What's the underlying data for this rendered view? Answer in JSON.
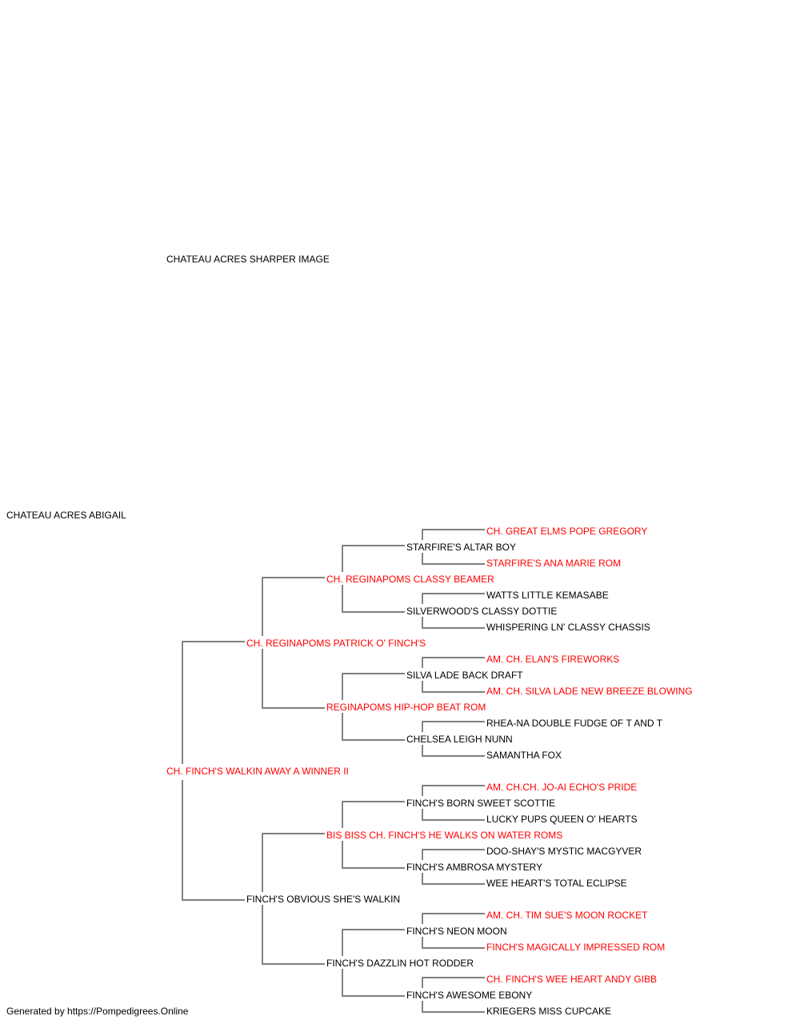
{
  "subject": {
    "name": "CHATEAU ACRES ABIGAIL"
  },
  "sire": {
    "name": "CHATEAU ACRES SHARPER IMAGE"
  },
  "dam": {
    "name": "CH. FINCH'S WALKIN AWAY A WINNER II",
    "sire": {
      "name": "CH. REGINAPOMS PATRICK O' FINCH'S",
      "sire": {
        "name": "CH. REGINAPOMS CLASSY BEAMER",
        "sire": {
          "name": "STARFIRE'S ALTAR BOY",
          "sire": {
            "name": "CH. GREAT ELMS POPE GREGORY"
          },
          "dam": {
            "name": "STARFIRE'S ANA MARIE ROM"
          }
        },
        "dam": {
          "name": "SILVERWOOD'S CLASSY DOTTIE",
          "sire": {
            "name": "WATTS LITTLE KEMASABE"
          },
          "dam": {
            "name": "WHISPERING LN' CLASSY CHASSIS"
          }
        }
      },
      "dam": {
        "name": "REGINAPOMS HIP-HOP BEAT ROM",
        "sire": {
          "name": "SILVA LADE BACK DRAFT",
          "sire": {
            "name": "AM. CH. ELAN'S FIREWORKS"
          },
          "dam": {
            "name": "AM. CH. SILVA LADE NEW BREEZE BLOWING"
          }
        },
        "dam": {
          "name": "CHELSEA LEIGH NUNN",
          "sire": {
            "name": "RHEA-NA DOUBLE FUDGE OF T AND T"
          },
          "dam": {
            "name": "SAMANTHA FOX"
          }
        }
      }
    },
    "dam": {
      "name": "FINCH'S OBVIOUS SHE'S WALKIN",
      "sire": {
        "name": "BIS BISS CH. FINCH'S HE WALKS ON WATER ROMS",
        "sire": {
          "name": "FINCH'S BORN SWEET SCOTTIE",
          "sire": {
            "name": "AM. CH.CH. JO-AI ECHO'S PRIDE"
          },
          "dam": {
            "name": "LUCKY PUPS QUEEN O' HEARTS"
          }
        },
        "dam": {
          "name": "FINCH'S AMBROSA MYSTERY",
          "sire": {
            "name": "DOO-SHAY'S MYSTIC MACGYVER"
          },
          "dam": {
            "name": "WEE HEART'S TOTAL ECLIPSE"
          }
        }
      },
      "dam": {
        "name": "FINCH'S DAZZLIN HOT RODDER",
        "sire": {
          "name": "FINCH'S NEON MOON",
          "sire": {
            "name": "AM. CH. TIM SUE'S MOON ROCKET"
          },
          "dam": {
            "name": "FINCH'S MAGICALLY IMPRESSED ROM"
          }
        },
        "dam": {
          "name": "FINCH'S AWESOME EBONY",
          "sire": {
            "name": "CH. FINCH'S WEE HEART ANDY GIBB"
          },
          "dam": {
            "name": "KRIEGERS MISS CUPCAKE"
          }
        }
      }
    }
  },
  "footer": "Generated by https://Pompedigrees.Online",
  "colors": {
    "champion": "#ff0000",
    "normal": "#000000",
    "line": "#333333"
  }
}
